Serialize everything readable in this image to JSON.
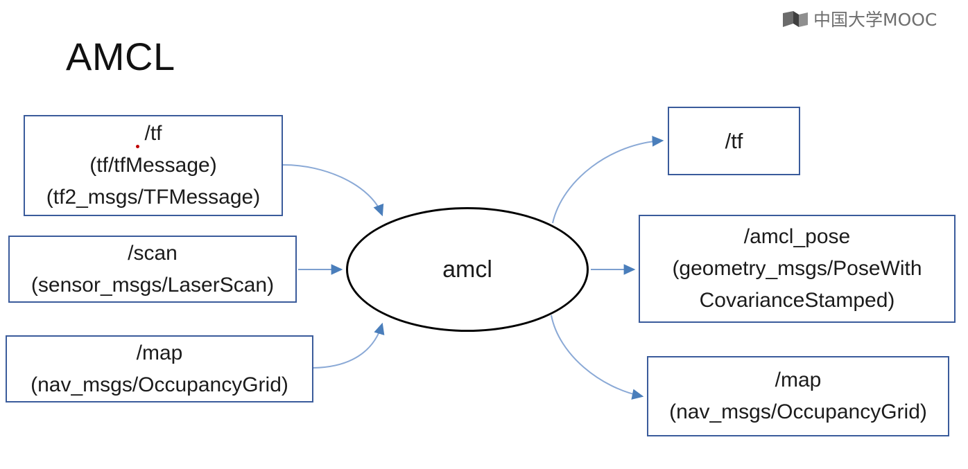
{
  "brand": {
    "logo_icon": "mooc-book-logo-icon",
    "text": "中国大学MOOC",
    "color": "#6e6e6e"
  },
  "slide": {
    "title": "AMCL",
    "background": "#ffffff"
  },
  "theme": {
    "box_border": "#3a5b9b",
    "arrow_color": "#4a7ebb",
    "node_border": "#000000",
    "text_color": "#1b1b1b",
    "annotation_dot": "#c00000"
  },
  "diagram": {
    "type": "ros-node-graph",
    "center_node": {
      "name": "amcl",
      "label": "amcl",
      "shape": "ellipse"
    },
    "inputs": [
      {
        "id": "tf-in",
        "topic": "/tf",
        "types": [
          "(tf/tfMessage)",
          "(tf2_msgs/TFMessage)"
        ],
        "label": "/tf\n(tf/tfMessage)\n(tf2_msgs/TFMessage)"
      },
      {
        "id": "scan",
        "topic": "/scan",
        "types": [
          "(sensor_msgs/LaserScan)"
        ],
        "label": "/scan\n(sensor_msgs/LaserScan)"
      },
      {
        "id": "map-in",
        "topic": "/map",
        "types": [
          "(nav_msgs/OccupancyGrid)"
        ],
        "label": "/map\n(nav_msgs/OccupancyGrid)"
      }
    ],
    "outputs": [
      {
        "id": "tf-out",
        "topic": "/tf",
        "types": [],
        "label": "/tf"
      },
      {
        "id": "amcl-pose",
        "topic": "/amcl_pose",
        "types": [
          "(geometry_msgs/PoseWithCovarianceStamped)"
        ],
        "label": "/amcl_pose\n(geometry_msgs/PoseWith\nCovarianceStamped)"
      },
      {
        "id": "map-out",
        "topic": "/map",
        "types": [
          "(nav_msgs/OccupancyGrid)"
        ],
        "label": "/map\n(nav_msgs/OccupancyGrid)"
      }
    ],
    "edges": [
      {
        "from": "tf-in",
        "to": "amcl",
        "style": "curved"
      },
      {
        "from": "scan",
        "to": "amcl",
        "style": "straight"
      },
      {
        "from": "map-in",
        "to": "amcl",
        "style": "curved"
      },
      {
        "from": "amcl",
        "to": "tf-out",
        "style": "curved"
      },
      {
        "from": "amcl",
        "to": "amcl-pose",
        "style": "straight"
      },
      {
        "from": "amcl",
        "to": "map-out",
        "style": "curved"
      }
    ]
  }
}
